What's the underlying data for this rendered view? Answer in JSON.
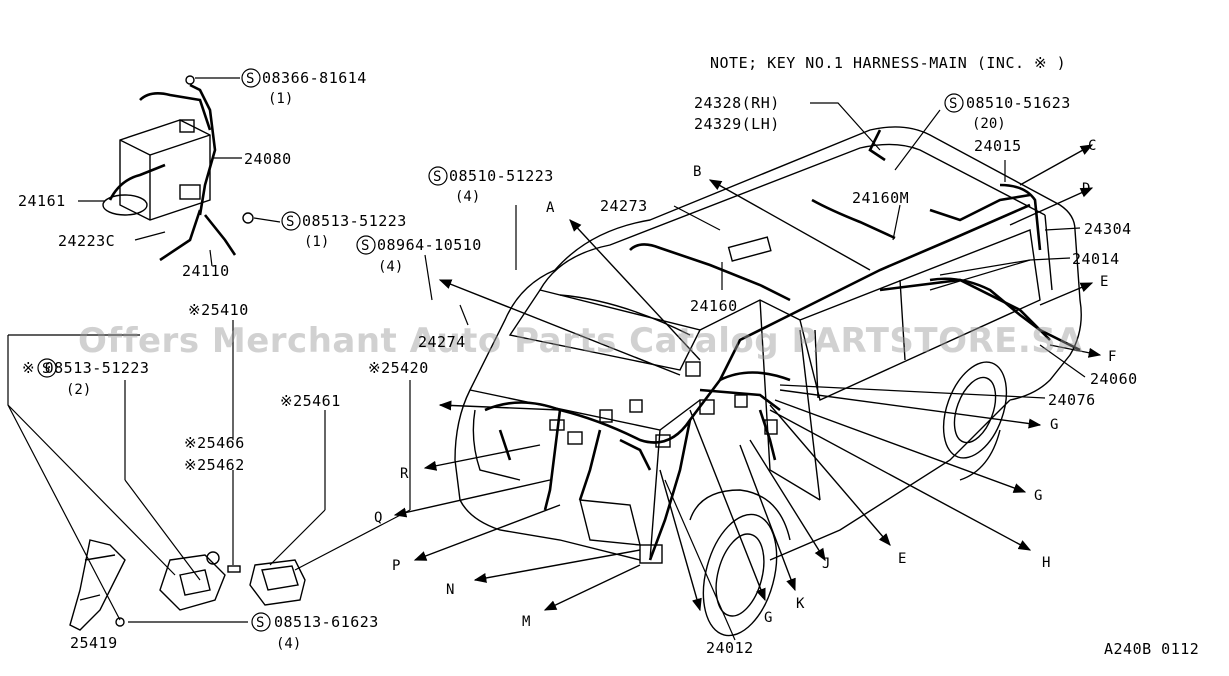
{
  "note": "NOTE; KEY NO.1 HARNESS-MAIN (INC. ※ )",
  "watermark": "Offers Merchant Auto Parts Catalog PARTSTORE.SA",
  "figure_code": "A240B 0112",
  "std_symbol": "S",
  "parts": {
    "p08366": "08366-81614",
    "q08366": "(1)",
    "p24080": "24080",
    "p24161": "24161",
    "p24223c": "24223C",
    "p24110": "24110",
    "p08513a": "08513-51223",
    "q08513a": "(1)",
    "p08964": "08964-10510",
    "q08964": "(4)",
    "p08510a": "08510-51223",
    "q08510a": "(4)",
    "p24273": "24273",
    "p24160": "24160",
    "p24274": "24274",
    "p24328": "24328(RH)",
    "p24329": "24329(LH)",
    "p08510b": "08510-51623",
    "q08510b": "(20)",
    "p24015": "24015",
    "p24160m": "24160M",
    "p24304": "24304",
    "p24014": "24014",
    "p24060": "24060",
    "p24076": "24076",
    "p24012": "24012",
    "p25410": "※25410",
    "p08513b": "※ 08513-51223",
    "q08513b": "(2)",
    "p25461": "※25461",
    "p25420": "※25420",
    "p25466": "※25466",
    "p25462": "※25462",
    "p25419": "25419",
    "p08513c": "08513-61623",
    "q08513c": "(4)"
  },
  "letters": {
    "A": "A",
    "B": "B",
    "C": "C",
    "D": "D",
    "E1": "E",
    "F": "F",
    "G1": "G",
    "G2": "G",
    "H": "H",
    "E2": "E",
    "J": "J",
    "K": "K",
    "G3": "G",
    "M": "M",
    "N": "N",
    "P": "P",
    "Q": "Q",
    "R": "R"
  }
}
